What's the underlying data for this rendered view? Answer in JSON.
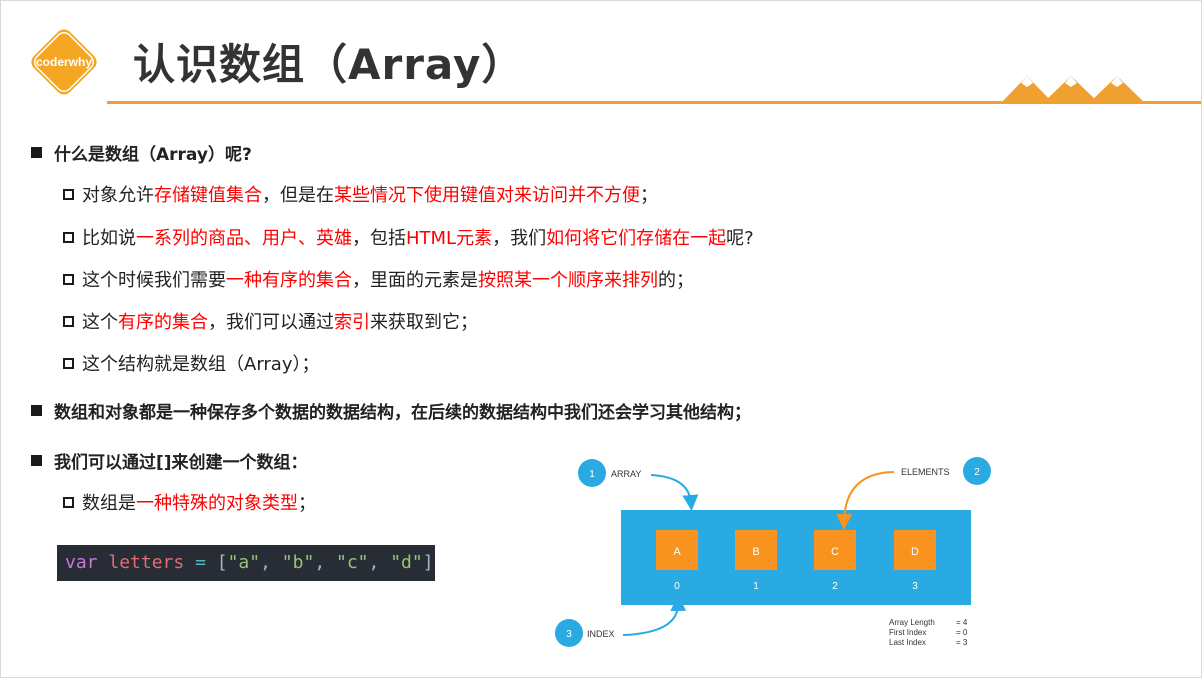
{
  "header": {
    "logo_text": "coderwhy",
    "title": "认识数组（Array）"
  },
  "bullets": [
    {
      "level": 1,
      "segments": [
        {
          "text": "什么是数组（Array）呢?",
          "red": false
        }
      ]
    },
    {
      "level": 2,
      "segments": [
        {
          "text": "对象允许",
          "red": false
        },
        {
          "text": "存储键值集合",
          "red": true
        },
        {
          "text": "，但是在",
          "red": false
        },
        {
          "text": "某些情况下使用键值对来访问并不方便",
          "red": true
        },
        {
          "text": "；",
          "red": false
        }
      ]
    },
    {
      "level": 2,
      "segments": [
        {
          "text": "比如说",
          "red": false
        },
        {
          "text": "一系列的商品、用户、英雄",
          "red": true
        },
        {
          "text": "，包括",
          "red": false
        },
        {
          "text": "HTML元素",
          "red": true
        },
        {
          "text": "，我们",
          "red": false
        },
        {
          "text": "如何将它们存储在一起",
          "red": true
        },
        {
          "text": "呢?",
          "red": false
        }
      ]
    },
    {
      "level": 2,
      "segments": [
        {
          "text": "这个时候我们需要",
          "red": false
        },
        {
          "text": "一种有序的集合",
          "red": true
        },
        {
          "text": "，里面的元素是",
          "red": false
        },
        {
          "text": "按照某一个顺序来排列",
          "red": true
        },
        {
          "text": "的；",
          "red": false
        }
      ]
    },
    {
      "level": 2,
      "segments": [
        {
          "text": "这个",
          "red": false
        },
        {
          "text": "有序的集合",
          "red": true
        },
        {
          "text": "，我们可以通过",
          "red": false
        },
        {
          "text": "索引",
          "red": true
        },
        {
          "text": "来获取到它；",
          "red": false
        }
      ]
    },
    {
      "level": 2,
      "segments": [
        {
          "text": "这个结构就是数组（Array）；",
          "red": false
        }
      ]
    },
    {
      "level": 1,
      "segments": [
        {
          "text": "数组和对象都是一种保存多个数据的数据结构，在后续的数据结构中我们还会学习其他结构；",
          "red": false
        }
      ]
    },
    {
      "level": 1,
      "segments": [
        {
          "text": "我们可以通过[]来创建一个数组：",
          "red": false
        }
      ]
    },
    {
      "level": 2,
      "segments": [
        {
          "text": "数组是",
          "red": false
        },
        {
          "text": "一种特殊的对象类型",
          "red": true
        },
        {
          "text": "；",
          "red": false
        }
      ]
    }
  ],
  "code": {
    "keyword": "var",
    "name": "letters",
    "op": "=",
    "open": "[",
    "items": [
      "\"a\"",
      "\"b\"",
      "\"c\"",
      "\"d\""
    ],
    "sep": ", ",
    "close": "]"
  },
  "diagram": {
    "callouts": [
      {
        "num": "1",
        "label": "ARRAY"
      },
      {
        "num": "2",
        "label": "ELEMENTS"
      },
      {
        "num": "3",
        "label": "INDEX"
      }
    ],
    "elements": [
      "A",
      "B",
      "C",
      "D"
    ],
    "indices": [
      "0",
      "1",
      "2",
      "3"
    ],
    "info": [
      {
        "key": "Array Length",
        "value": "= 4"
      },
      {
        "key": "First Index",
        "value": "= 0"
      },
      {
        "key": "Last Index",
        "value": "= 3"
      }
    ],
    "colors": {
      "blue": "#29aae2",
      "orange": "#f7931e",
      "callout": "#29aae2",
      "arrow": "#29aae2",
      "arrow2": "#f7931e"
    }
  },
  "theme": {
    "accent": "#f0a030",
    "red": "#ff0000"
  }
}
